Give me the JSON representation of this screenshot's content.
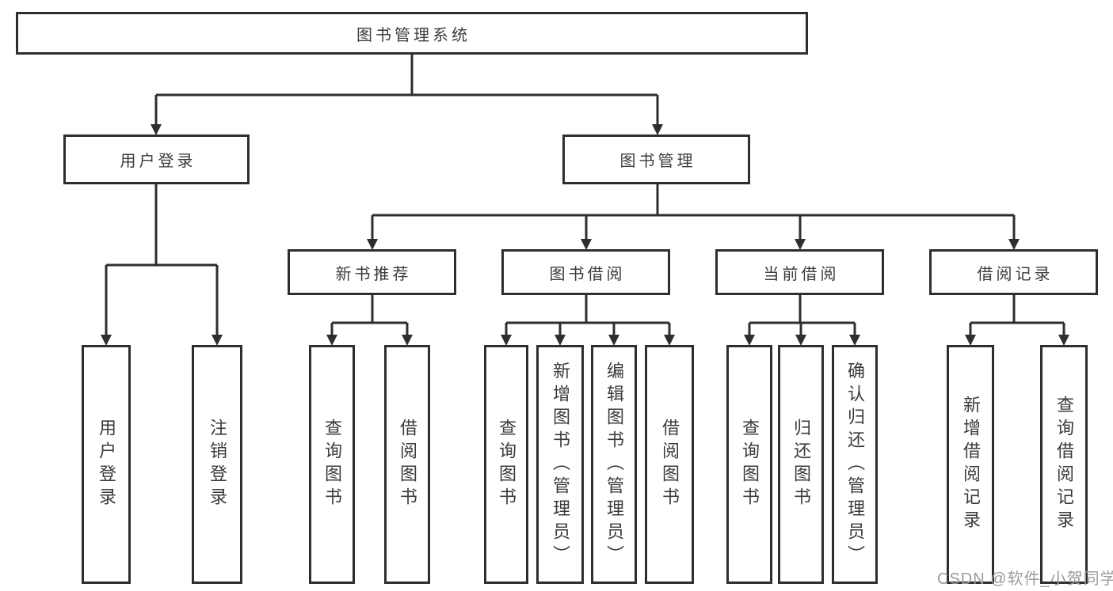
{
  "diagram": {
    "type": "function-tree",
    "root": {
      "label": "图书管理系统",
      "children": [
        {
          "label": "用户登录",
          "children": [
            {
              "label": "用户登录"
            },
            {
              "label": "注销登录"
            }
          ]
        },
        {
          "label": "图书管理",
          "children": [
            {
              "label": "新书推荐",
              "children": [
                {
                  "label": "查询图书"
                },
                {
                  "label": "借阅图书"
                }
              ]
            },
            {
              "label": "图书借阅",
              "children": [
                {
                  "label": "查询图书"
                },
                {
                  "label": "新增图书（管理员）"
                },
                {
                  "label": "编辑图书（管理员）"
                },
                {
                  "label": "借阅图书"
                }
              ]
            },
            {
              "label": "当前借阅",
              "children": [
                {
                  "label": "查询图书"
                },
                {
                  "label": "归还图书"
                },
                {
                  "label": "确认归还（管理员）"
                }
              ]
            },
            {
              "label": "借阅记录",
              "children": [
                {
                  "label": "新增借阅记录"
                },
                {
                  "label": "查询借阅记录"
                }
              ]
            }
          ]
        }
      ]
    },
    "colors": {
      "line": "#2e2e2e",
      "text": "#3b3b3b",
      "background": "#ffffff",
      "watermark": "#9a9aa5"
    }
  },
  "watermark": {
    "text": "CSDN @软件_小贺同学"
  }
}
